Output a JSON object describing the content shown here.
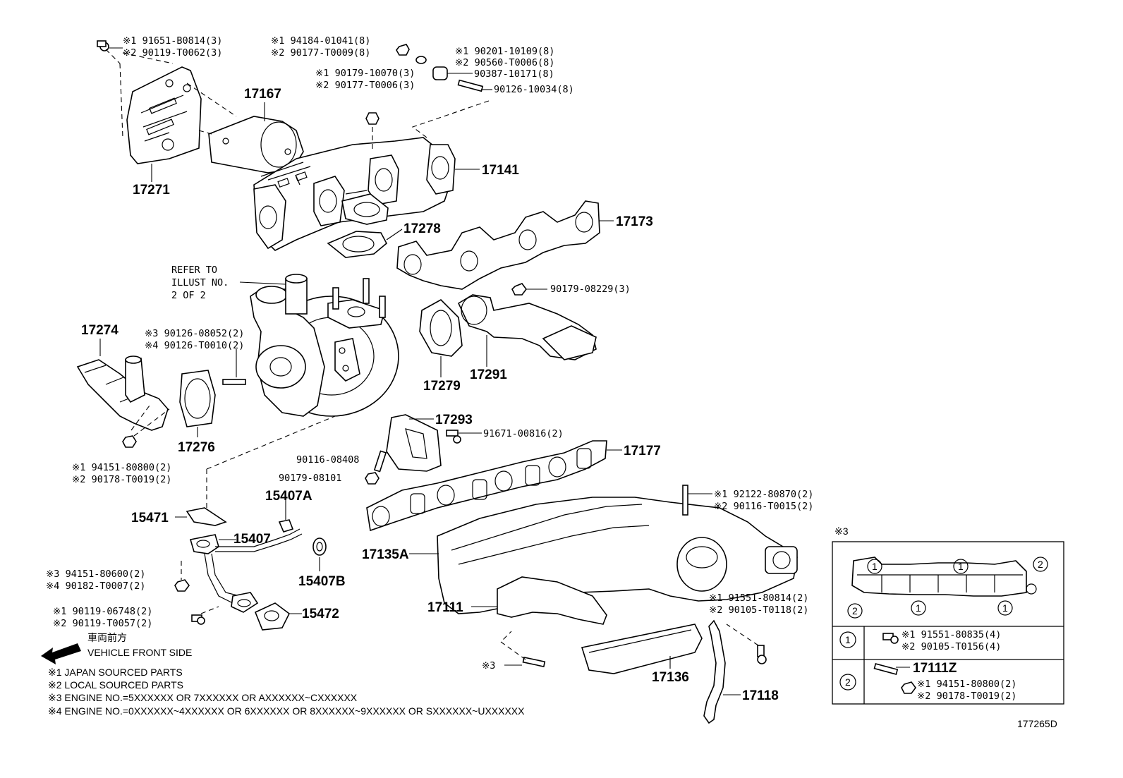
{
  "diagram_id": "177265D",
  "callouts": {
    "c17271": "17271",
    "c17167": "17167",
    "c17141": "17141",
    "c17173": "17173",
    "c17278": "17278",
    "c17274": "17274",
    "c17276": "17276",
    "c17279": "17279",
    "c17291": "17291",
    "c17293": "17293",
    "c17177": "17177",
    "c15471": "15471",
    "c15407A": "15407A",
    "c15407": "15407",
    "c15407B": "15407B",
    "c15472": "15472",
    "c17135A": "17135A",
    "c17111": "17111",
    "c17136": "17136",
    "c17118": "17118",
    "c17111Z": "17111Z"
  },
  "parts": {
    "p1a": "※1 91651-B0814(3)",
    "p1b": "※2 90119-T0062(3)",
    "p2a": "※1 94184-01041(8)",
    "p2b": "※2 90177-T0009(8)",
    "p3a": "※1 90201-10109(8)",
    "p3b": "※2 90560-T0006(8)",
    "p4a": "※1 90179-10070(3)",
    "p4b": "※2 90177-T0006(3)",
    "p5": "90387-10171(8)",
    "p6": "90126-10034(8)",
    "p7": "90179-08229(3)",
    "p8a": "※3 90126-08052(2)",
    "p8b": "※4 90126-T0010(2)",
    "p9a": "※1 94151-80800(2)",
    "p9b": "※2 90178-T0019(2)",
    "p10": "91671-00816(2)",
    "p11": "90116-08408",
    "p12": "90179-08101",
    "p13a": "※1 92122-80870(2)",
    "p13b": "※2 90116-T0015(2)",
    "p14a": "※3 94151-80600(2)",
    "p14b": "※4 90182-T0007(2)",
    "p15a": "※1 90119-06748(2)",
    "p15b": "※2 90119-T0057(2)",
    "p16a": "※1 91551-80814(2)",
    "p16b": "※2 90105-T0118(2)",
    "p17": "※3"
  },
  "refer": {
    "line1": "REFER TO",
    "line2": "ILLUST NO.",
    "line3": "2 OF 2"
  },
  "front": {
    "jp": "車両前方",
    "en": "VEHICLE FRONT SIDE"
  },
  "notes": {
    "n1": "※1 JAPAN SOURCED PARTS",
    "n2": "※2 LOCAL SOURCED PARTS",
    "n3": "※3 ENGINE NO.=5XXXXXX OR 7XXXXXX OR AXXXXXX~CXXXXXX",
    "n4": "※4 ENGINE NO.=0XXXXXX~4XXXXXX OR 6XXXXXX OR 8XXXXXX~9XXXXXX OR SXXXXXX~UXXXXXX"
  },
  "inset": {
    "title": "※3",
    "marker1": "1",
    "marker2": "2",
    "row1a": "※1 91551-80835(4)",
    "row1b": "※2 90105-T0156(4)",
    "row2a": "※1 94151-80800(2)",
    "row2b": "※2 90178-T0019(2)"
  }
}
